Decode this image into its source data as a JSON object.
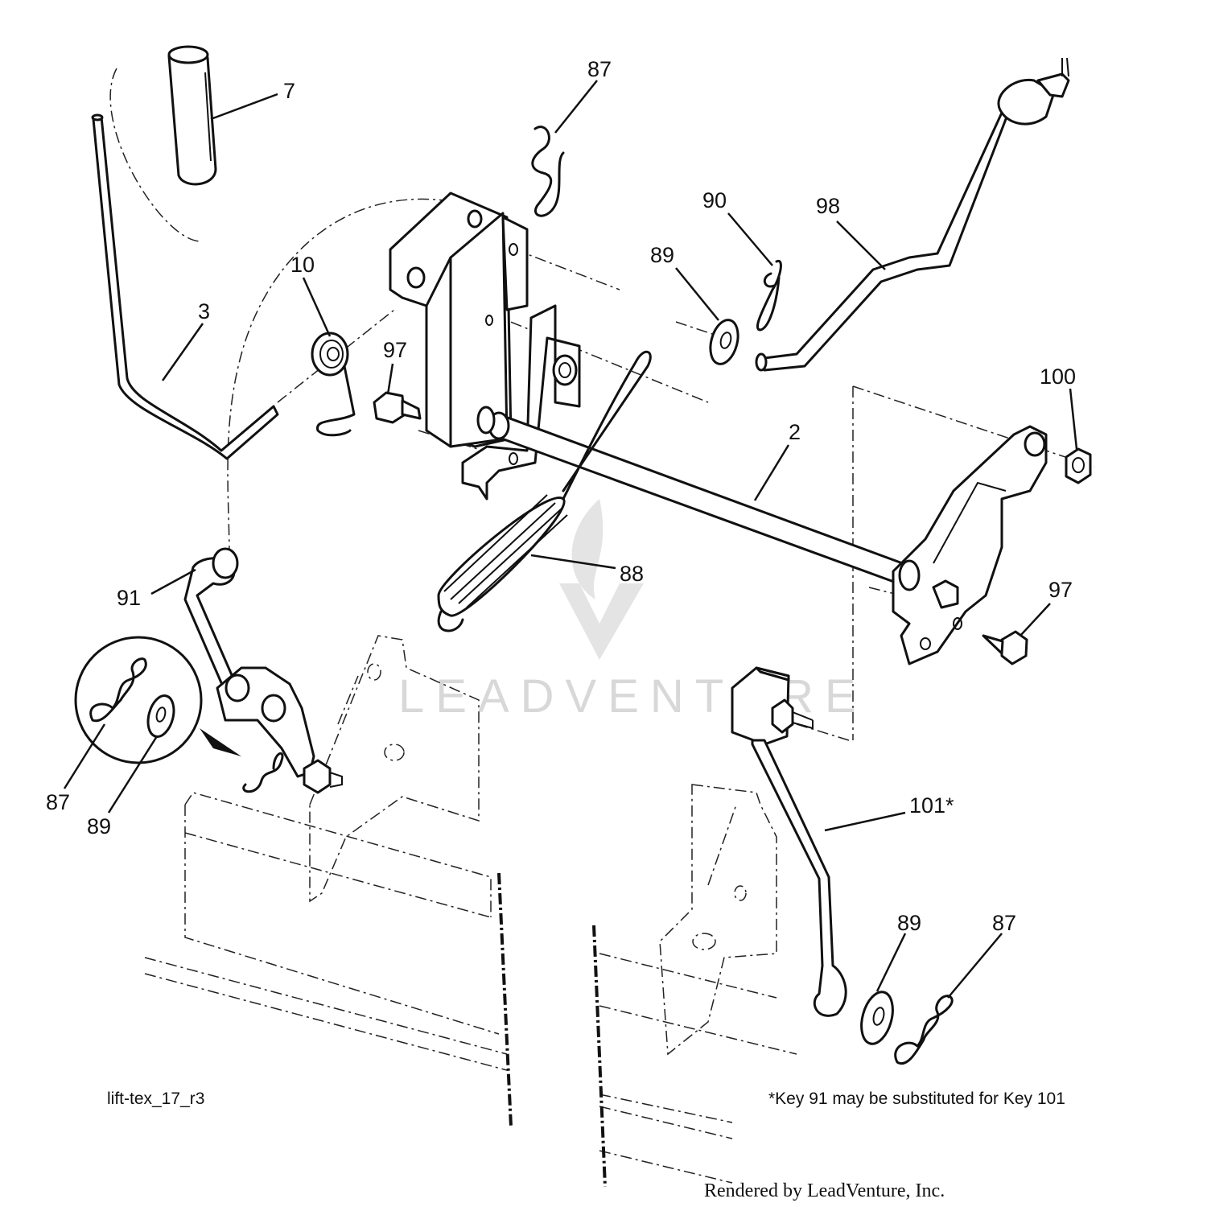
{
  "labels": {
    "k7": "7",
    "k87_top": "87",
    "k90": "90",
    "k98": "98",
    "k89_top": "89",
    "k10": "10",
    "k3": "3",
    "k97_left": "97",
    "k100": "100",
    "k2": "2",
    "k97_right": "97",
    "k88": "88",
    "k91": "91",
    "k87_detail": "87",
    "k89_detail": "89",
    "k101": "101*",
    "k89_bottom": "89",
    "k87_bottom": "87"
  },
  "footer": {
    "drawing_id": "lift-tex_17_r3",
    "note": "*Key 91 may be substituted for Key 101",
    "credit": "Rendered by LeadVenture, Inc."
  },
  "watermark": {
    "text": "LEADVENTURE"
  }
}
